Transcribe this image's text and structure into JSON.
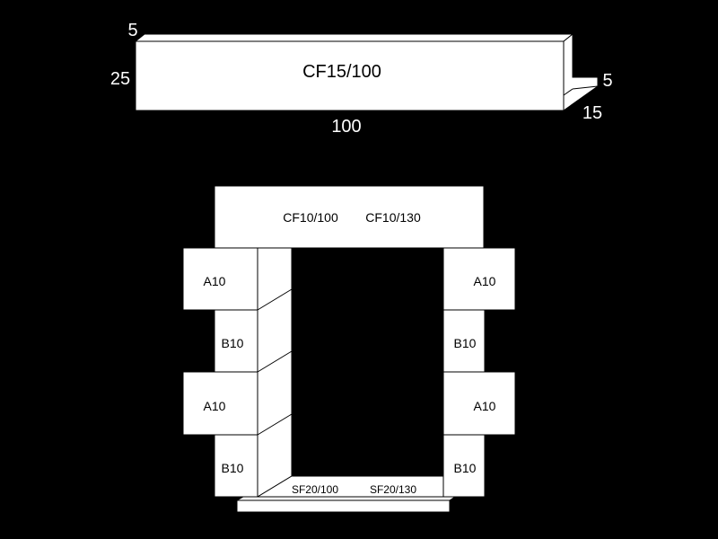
{
  "top_piece": {
    "label": "CF15/100",
    "dimensions": {
      "top_thickness": "5",
      "height": "25",
      "length": "100",
      "flange_thickness": "5",
      "flange_depth": "15"
    }
  },
  "frame": {
    "lintel_labels": [
      "CF10/100",
      "CF10/130"
    ],
    "left_blocks": [
      "A10",
      "B10",
      "A10",
      "B10"
    ],
    "right_blocks": [
      "A10",
      "B10",
      "A10",
      "B10"
    ],
    "sill_labels": [
      "SF20/100",
      "SF20/130"
    ]
  },
  "colors": {
    "background": "#000000",
    "block": "#ffffff",
    "outline": "#000000"
  }
}
